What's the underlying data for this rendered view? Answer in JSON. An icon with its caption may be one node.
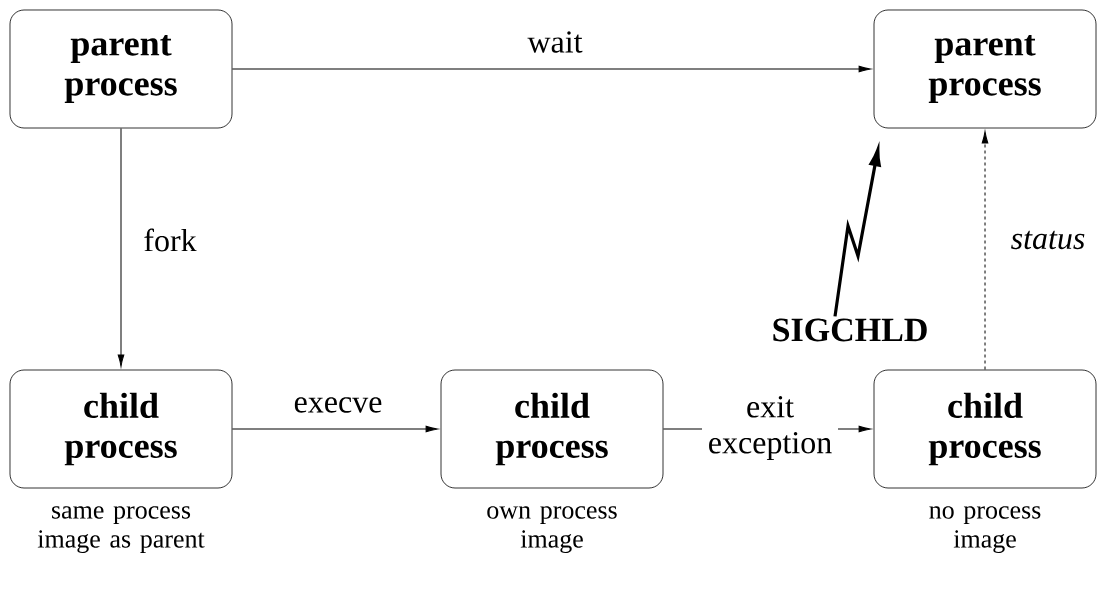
{
  "diagram": {
    "nodes": [
      {
        "text": [
          "parent process"
        ]
      },
      {
        "text": [
          "parent process"
        ]
      },
      {
        "text": [
          "child process"
        ],
        "beside": [
          "same process image as parent"
        ]
      },
      {
        "text": [
          "child process"
        ],
        "beside": [
          "own process image"
        ]
      },
      {
        "text": [
          "child process"
        ],
        "beside": [
          "no process image"
        ]
      },
      {
        "text": [
          "SIGCHLD"
        ]
      }
    ],
    "edges": [
      {
        "from": 0,
        "to": 1,
        "arrow": "to",
        "label": "wait"
      },
      {
        "from": 0,
        "to": 2,
        "arrow": "to",
        "label": "fork"
      },
      {
        "from": 2,
        "to": 3,
        "arrow": "to",
        "label": "execve"
      },
      {
        "from": 3,
        "to": 4,
        "arrow": "to",
        "label": "exit exception"
      },
      {
        "from": 4,
        "to": 1,
        "arrow": "to",
        "label": "status",
        "style": "dashed"
      },
      {
        "from": 5,
        "to": 1,
        "arrow": "to",
        "style": "thick"
      }
    ]
  }
}
